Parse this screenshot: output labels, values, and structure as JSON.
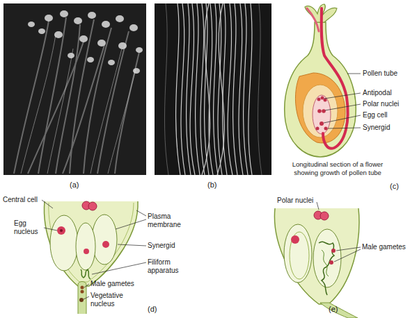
{
  "diagram": {
    "labels": [
      "Pollen tube",
      "Antipodal",
      "Polar nuclei",
      "Egg cell",
      "Synergid",
      "Longitudinal section of a flower showing growth of pollen tube",
      "(a)",
      "(b)",
      "(c)",
      "Central cell",
      "Plasma membrane",
      "Egg nucleus",
      "Synergid",
      "Filiform apparatus",
      "Male gametes",
      "Vegetative nucleus",
      "Polar nuclei",
      "Male gametes",
      "(d)",
      "(e)"
    ]
  }
}
